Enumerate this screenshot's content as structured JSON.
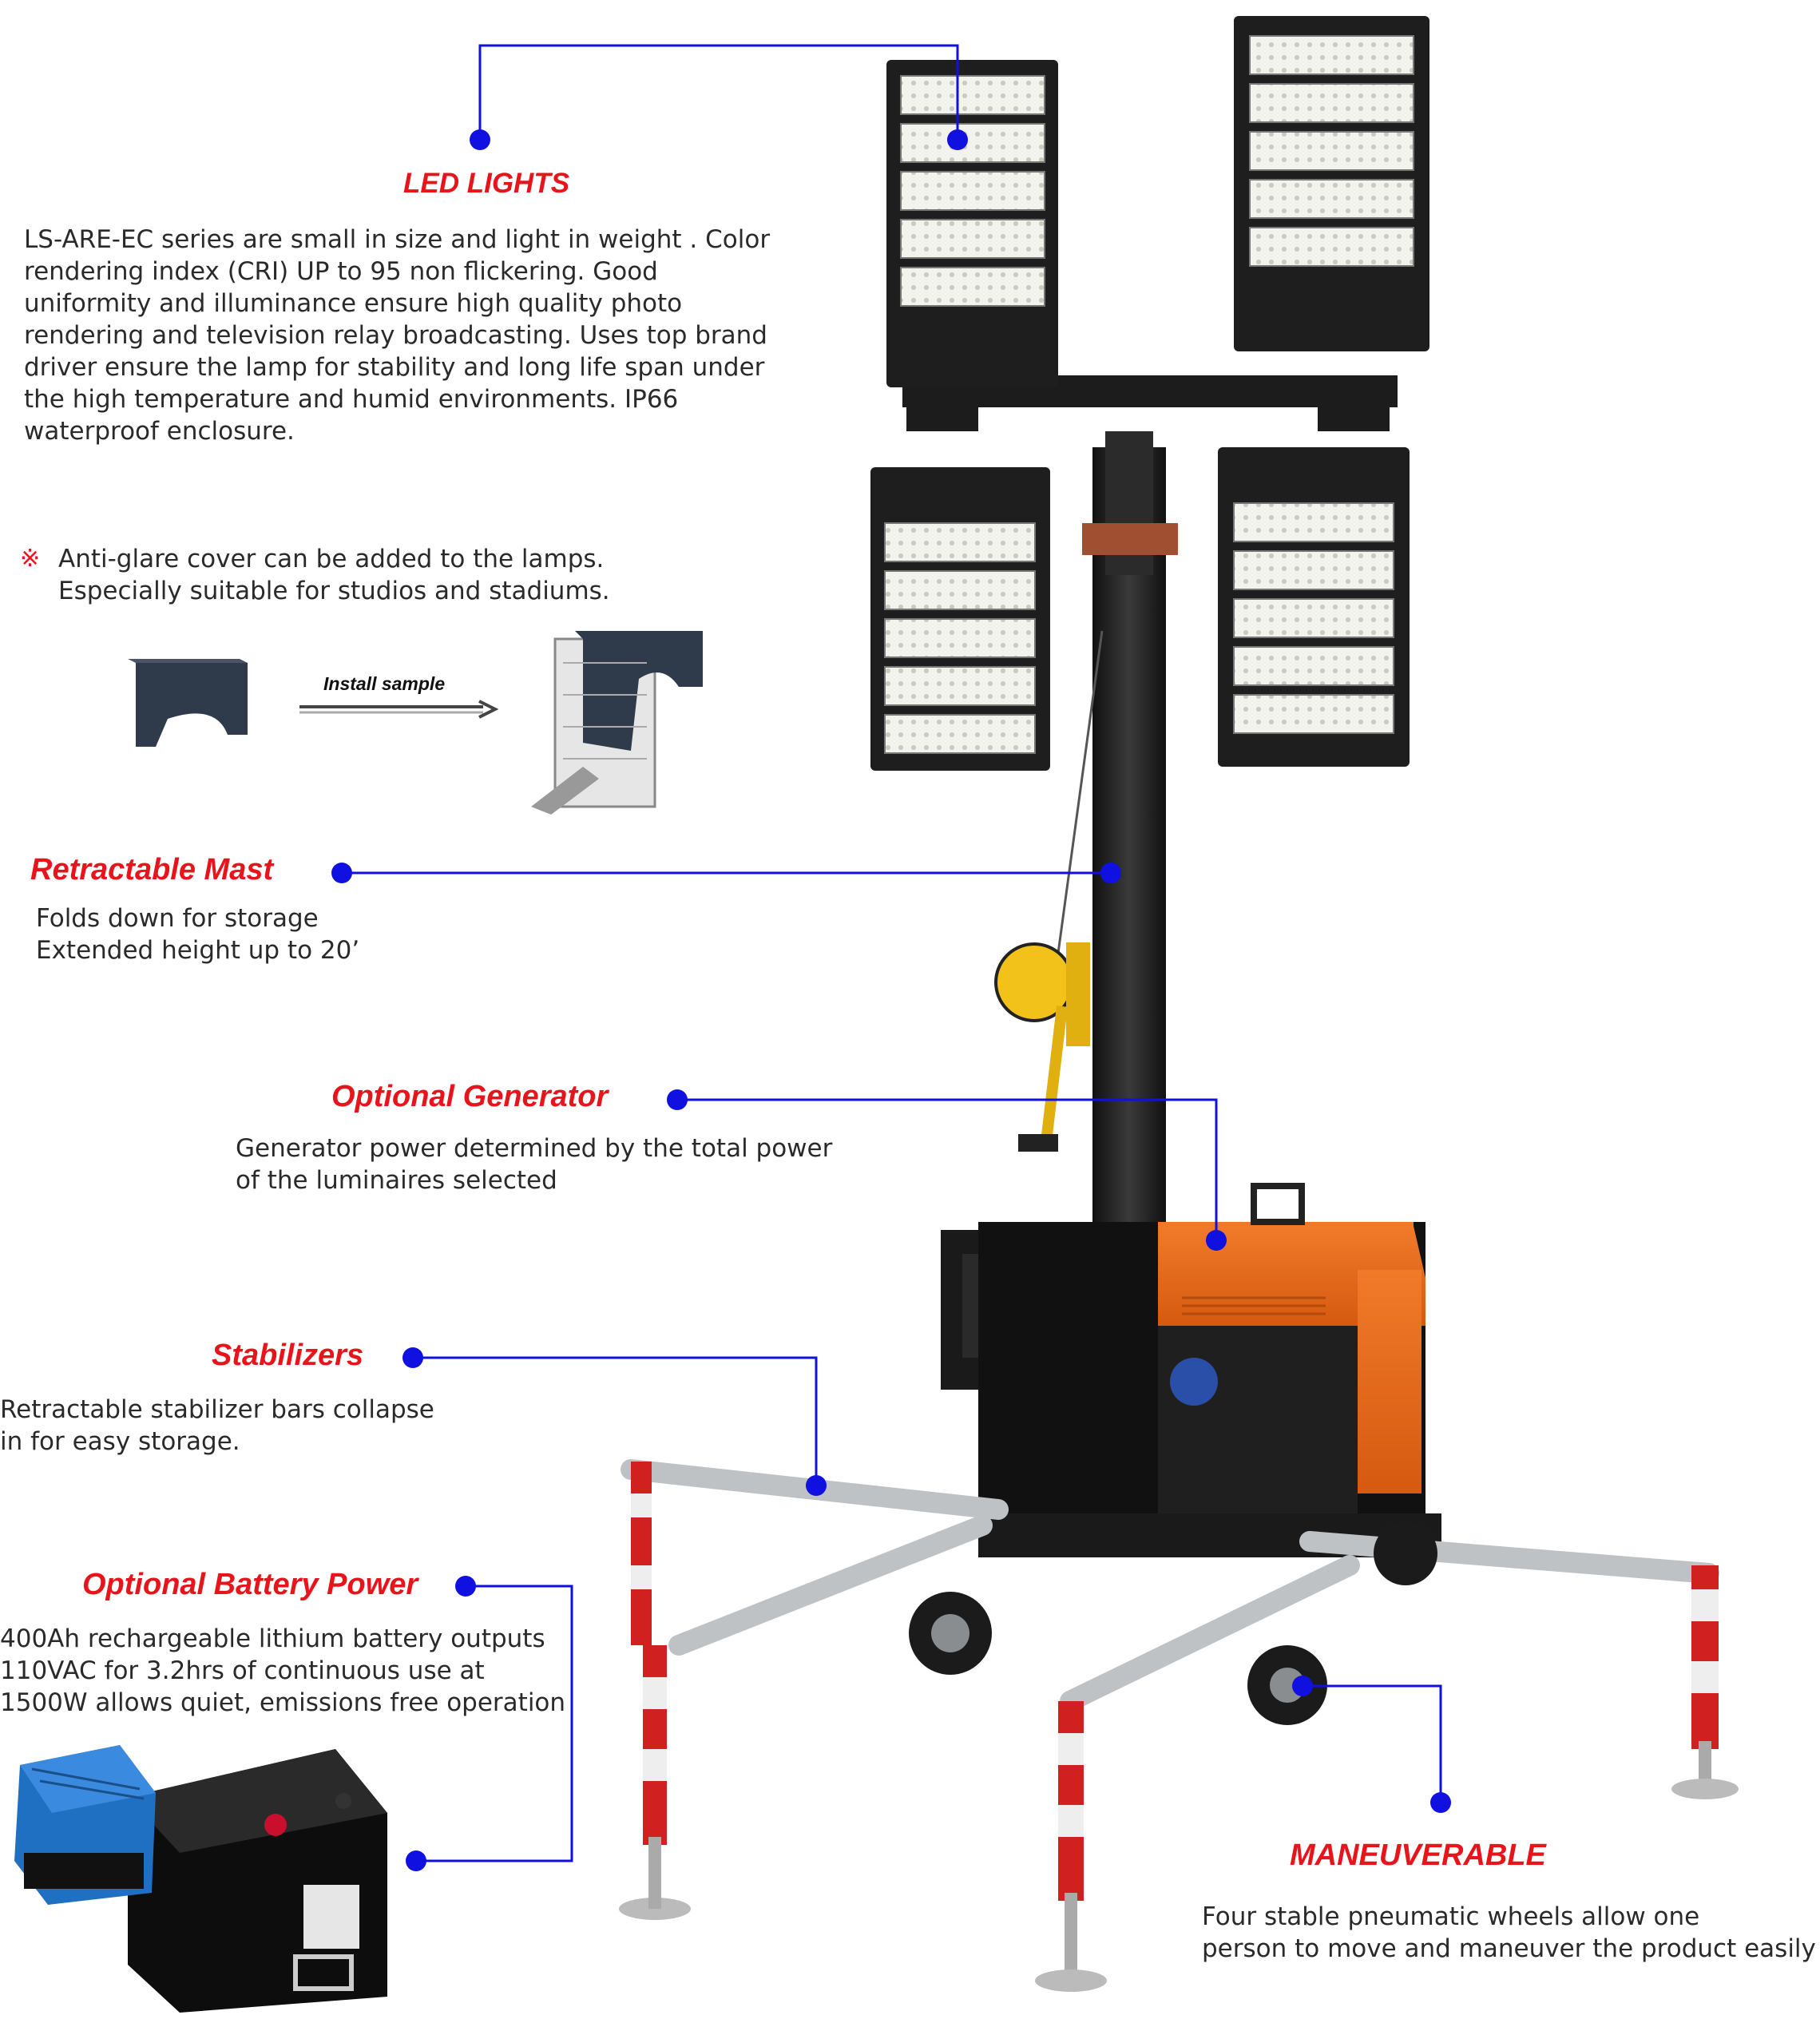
{
  "sections": {
    "led_lights": {
      "title": "LED LIGHTS",
      "text": "LS-ARE-EC series are small in size and light in weight .  Color\nrendering index (CRI) UP to 95 non flickering.  Good\nuniformity and illuminance ensure high quality photo\nrendering and television relay broadcasting.  Uses top brand\ndriver ensure the lamp for stability and long life span  under\nthe high  temperature and humid environments. IP66\nwaterproof enclosure."
    },
    "anti_glare": {
      "symbol": "※",
      "text": "Anti-glare cover can be added to the lamps.\nEspecially suitable for studios and stadiums.",
      "install_label": "Install sample"
    },
    "retractable_mast": {
      "title": "Retractable Mast",
      "text": "Folds down for storage\nExtended height up to 20’"
    },
    "optional_generator": {
      "title": "Optional Generator",
      "text": "Generator power determined by the total power\nof the luminaires selected"
    },
    "stabilizers": {
      "title": "Stabilizers",
      "text": "Retractable stabilizer bars collapse\nin for easy storage."
    },
    "battery_power": {
      "title": "Optional Battery Power",
      "text": "400Ah rechargeable lithium battery outputs\n110VAC for 3.2hrs of continuous use at\n1500W allows quiet, emissions free operation"
    },
    "maneuverable": {
      "title": "MANEUVERABLE",
      "text": "Four stable pneumatic wheels allow one\nperson to move and maneuver the product easily"
    }
  },
  "colors": {
    "title_red": "#e8141b",
    "callout_blue": "#1010e0",
    "generator_orange": "#e86a1e",
    "dark": "#1b1b1b"
  }
}
